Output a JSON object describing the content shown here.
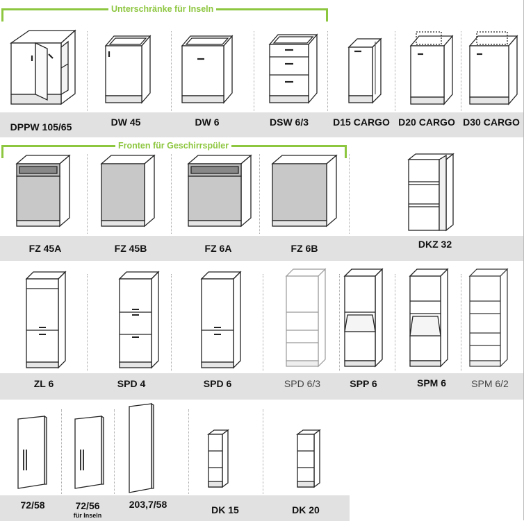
{
  "accent_color": "#8dc63f",
  "band_color": "#e1e1e1",
  "groups": {
    "unterschraenke": "Unterschränke für Inseln",
    "fronten": "Fronten für Geschirrspüler"
  },
  "labels": {
    "dppw": "DPPW 105/65",
    "dw45": "DW 45",
    "dw6": "DW 6",
    "dsw": "DSW 6/3",
    "d15": "D15 CARGO",
    "d20": "D20 CARGO",
    "d30": "D30 CARGO",
    "fz45a": "FZ 45A",
    "fz45b": "FZ 45B",
    "fz6a": "FZ 6A",
    "fz6b": "FZ 6B",
    "dkz32": "DKZ 32",
    "zl6": "ZL 6",
    "spd4": "SPD 4",
    "spd6": "SPD 6",
    "spd63": "SPD 6/3",
    "spp6": "SPP 6",
    "spm6": "SPM 6",
    "spm62": "SPM 6/2",
    "p7258": "72/58",
    "p7256": "72/56",
    "p7256_sub": "für Inseln",
    "p20375": "203,7/58",
    "dk15": "DK 15",
    "dk20": "DK 20"
  },
  "icons": [
    "base-cabinet-icon",
    "dishwasher-front-icon",
    "tall-cabinet-icon",
    "door-panel-icon",
    "open-shelf-icon"
  ]
}
